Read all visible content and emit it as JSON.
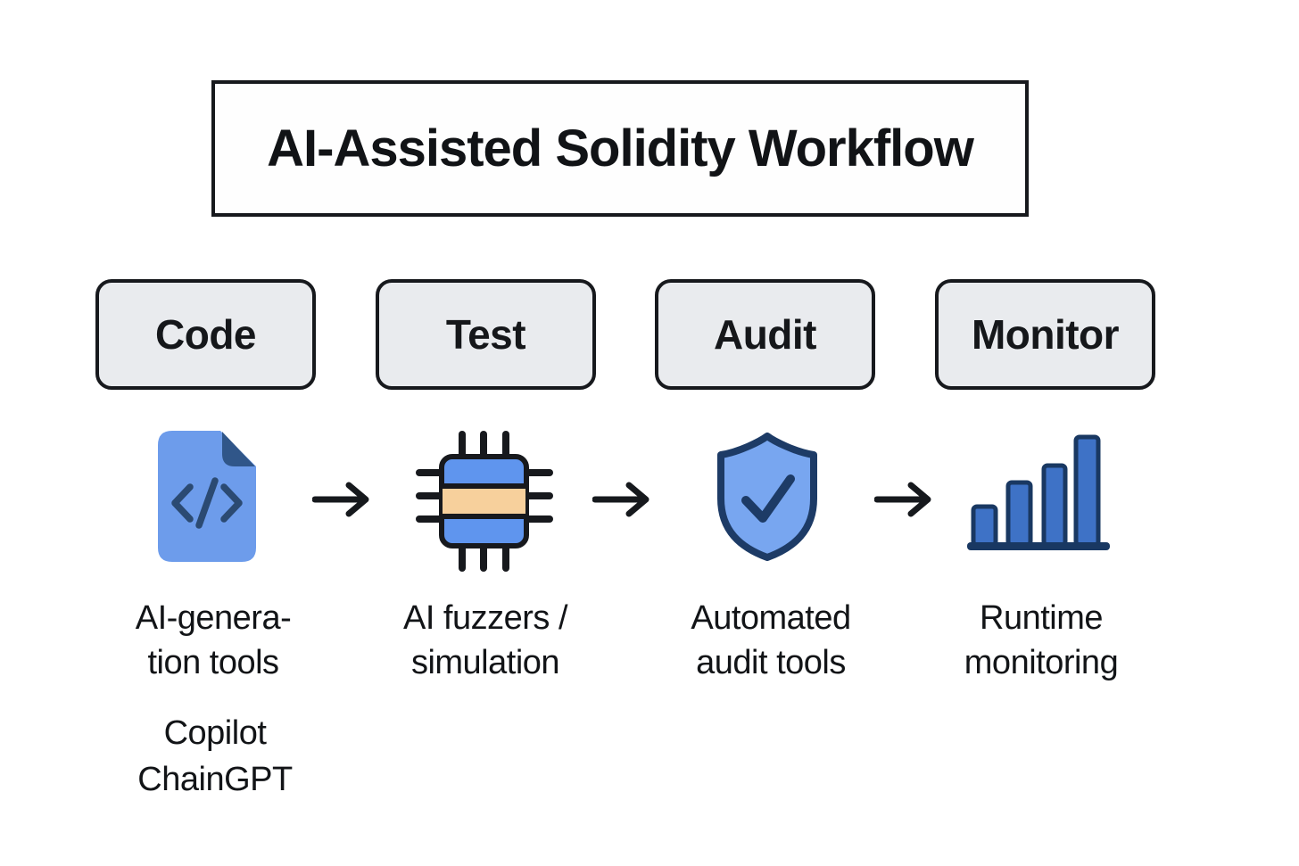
{
  "title": "AI-Assisted Solidity Workflow",
  "stages": [
    {
      "label": "Code",
      "icon": "code-file-icon",
      "caption_line1": "AI-genera-",
      "caption_line2": "tion tools",
      "sub_line1": "Copilot",
      "sub_line2": "ChainGPT"
    },
    {
      "label": "Test",
      "icon": "chip-icon",
      "caption_line1": "AI fuzzers /",
      "caption_line2": "simulation"
    },
    {
      "label": "Audit",
      "icon": "shield-check-icon",
      "caption_line1": "Automated",
      "caption_line2": "audit tools"
    },
    {
      "label": "Monitor",
      "icon": "bar-chart-icon",
      "caption_line1": "Runtime",
      "caption_line2": "monitoring"
    }
  ],
  "arrows": 3,
  "colors": {
    "background": "#ffffff",
    "box_fill": "#e9ebee",
    "outline_black": "#17191d",
    "doc_blue": "#6d9ceb",
    "doc_fold_navy": "#305689",
    "code_glyph_navy": "#2b4a72",
    "chip_blue": "#5f95ee",
    "chip_orange": "#f7d09c",
    "shield_blue": "#78a6f0",
    "shield_navy": "#1d3b66",
    "bar_blue": "#3e72c6",
    "bar_navy": "#193862",
    "text": "#121417"
  }
}
